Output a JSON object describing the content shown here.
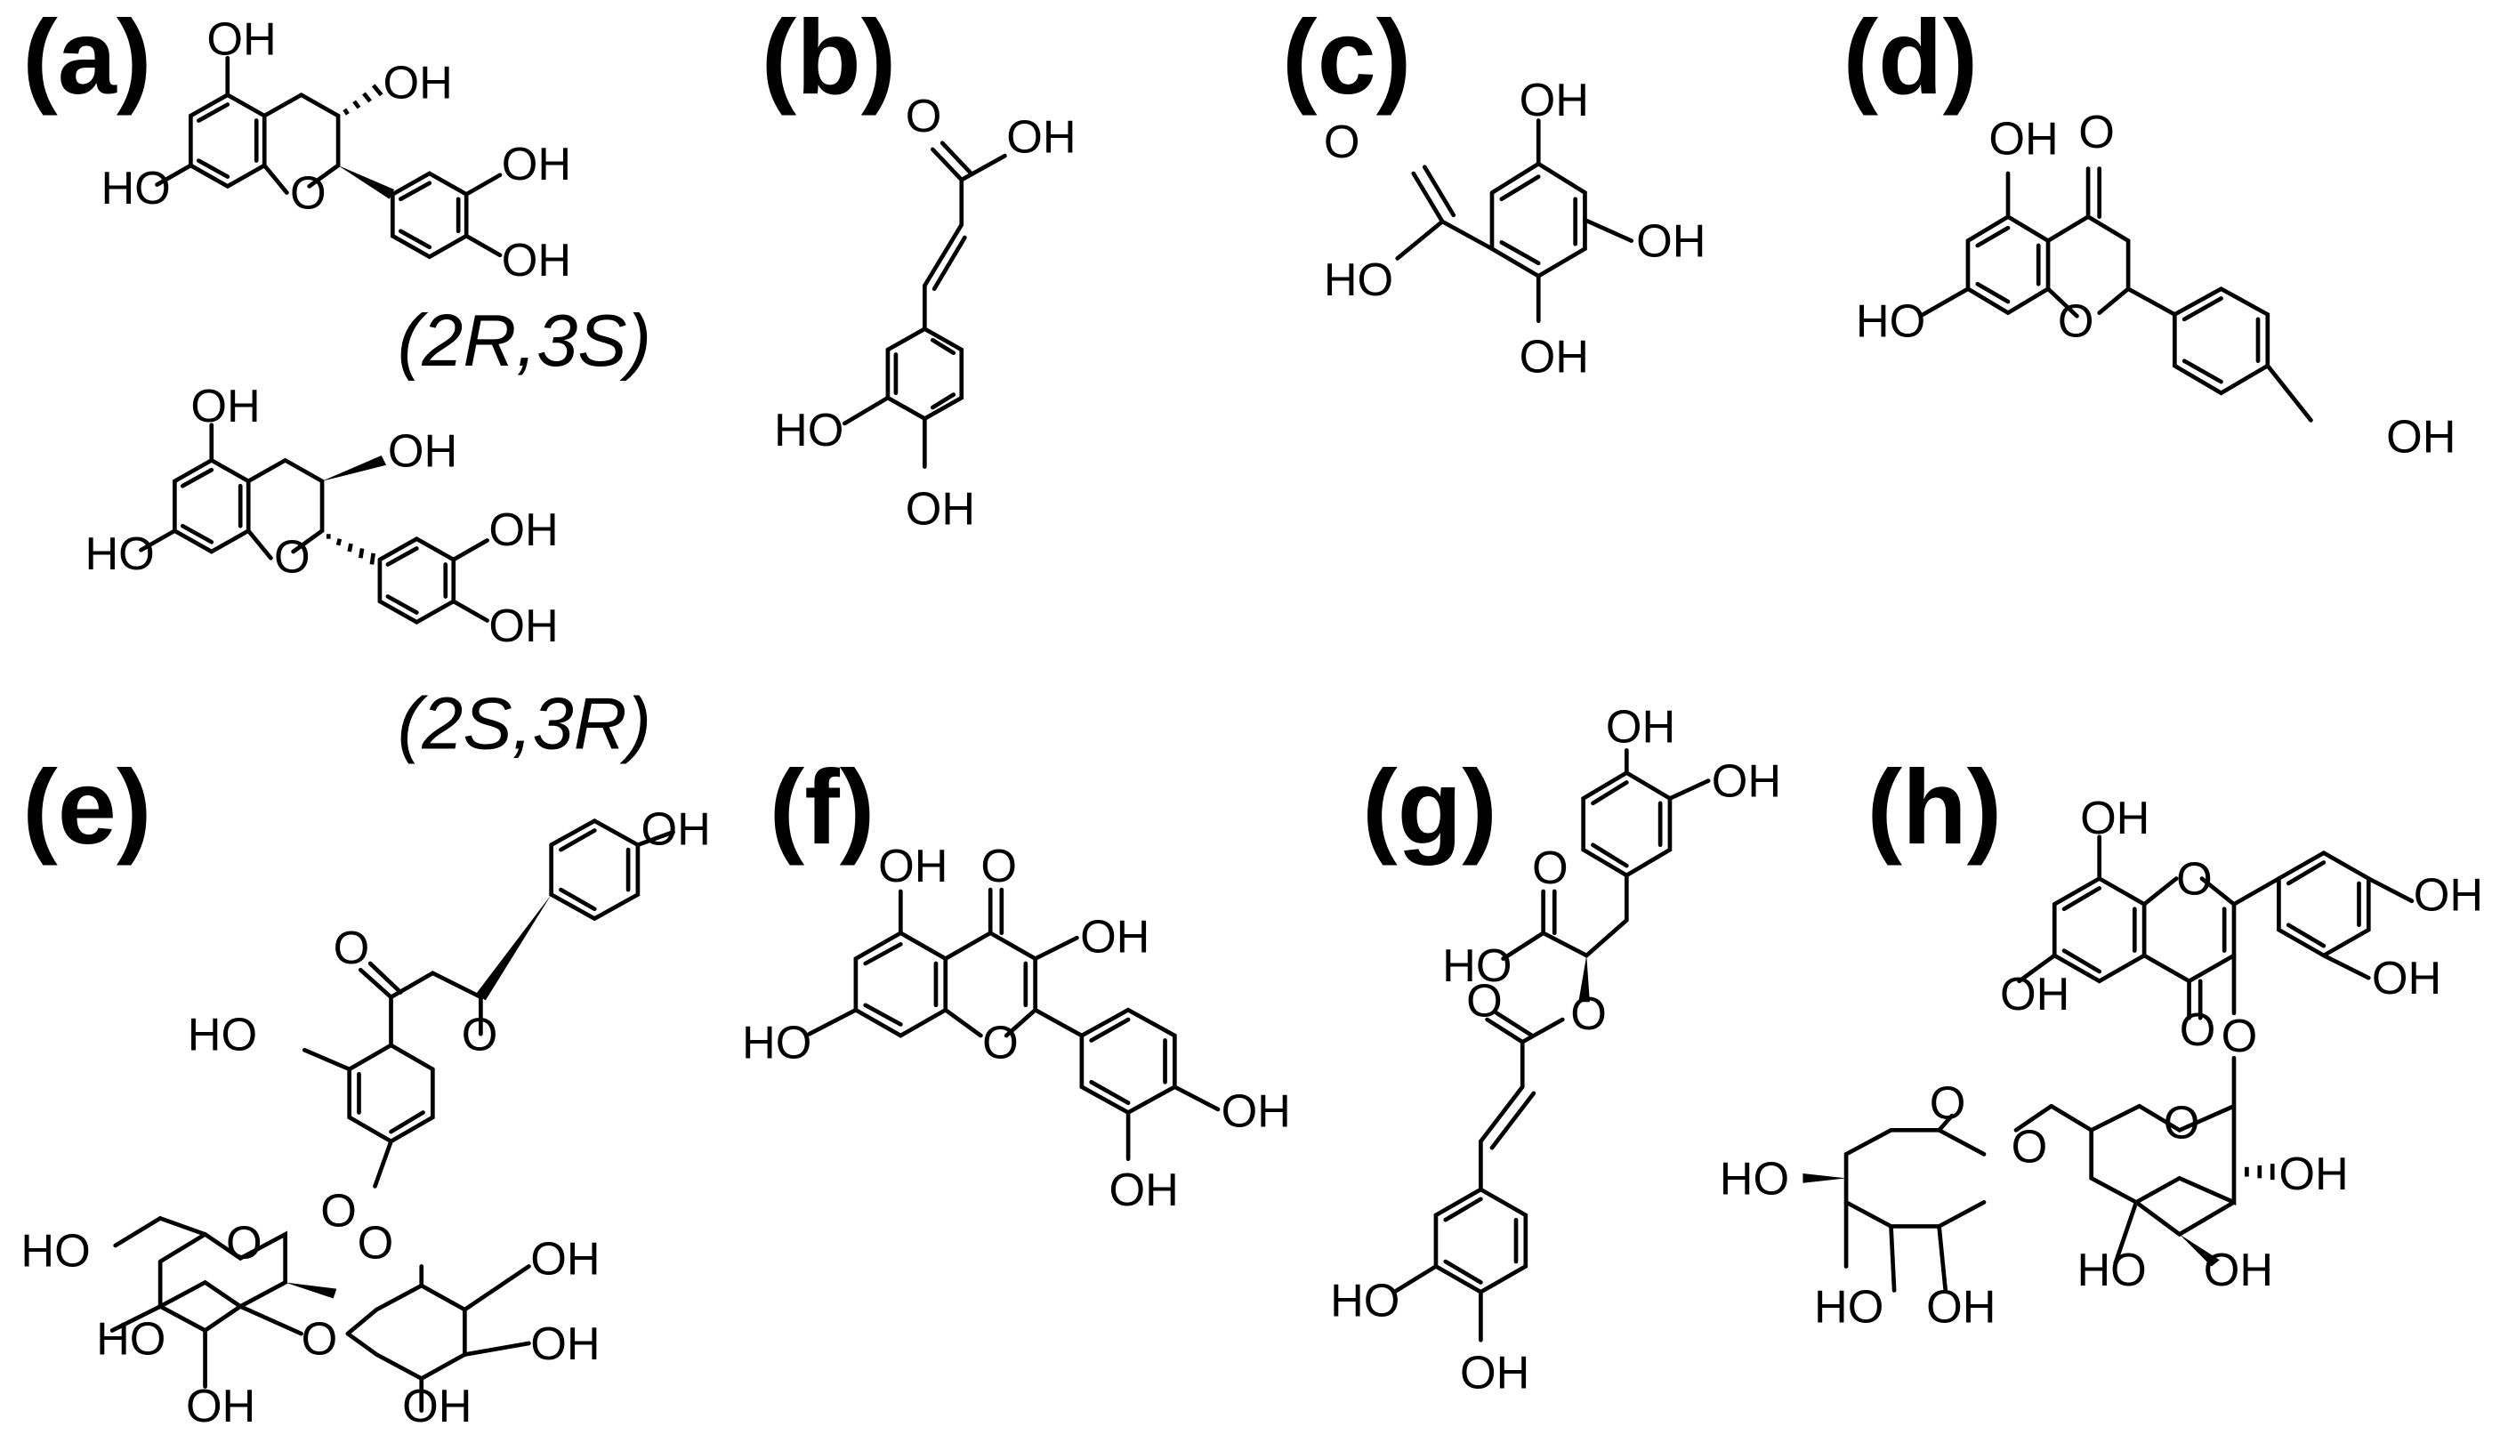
{
  "figure": {
    "panels": [
      {
        "id": "a",
        "label": "(a)",
        "stereo_labels": [
          "(2R,3S)",
          "(2S,3R)"
        ]
      },
      {
        "id": "b",
        "label": "(b)"
      },
      {
        "id": "c",
        "label": "(c)"
      },
      {
        "id": "d",
        "label": "(d)"
      },
      {
        "id": "e",
        "label": "(e)"
      },
      {
        "id": "f",
        "label": "(f)"
      },
      {
        "id": "g",
        "label": "(g)"
      },
      {
        "id": "h",
        "label": "(h)"
      }
    ],
    "atoms": {
      "hydroxyl": "OH",
      "hydroxyl_left": "HO",
      "oxygen": "O"
    }
  }
}
